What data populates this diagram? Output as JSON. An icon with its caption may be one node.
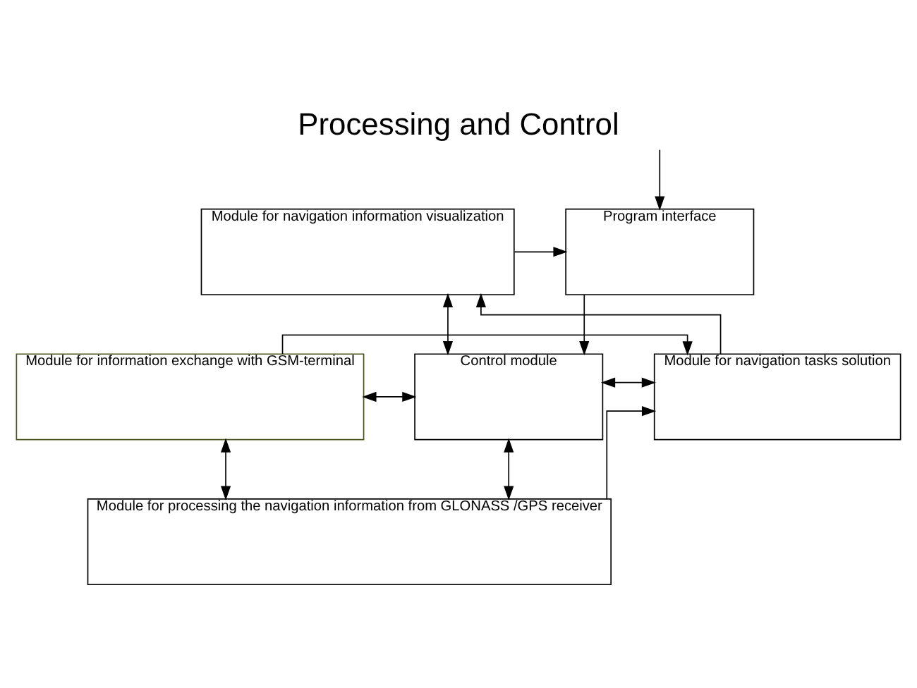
{
  "diagram": {
    "title": "Processing and Control",
    "nodes": [
      {
        "text": [
          "Program interface"
        ]
      },
      {
        "text": [
          "Module for navigation information visualization"
        ]
      },
      {
        "text": [
          "Module for information exchange with GSM-terminal"
        ]
      },
      {
        "text": [
          "Control module"
        ]
      },
      {
        "text": [
          "Module for navigation tasks solution"
        ]
      },
      {
        "text": [
          "Module for processing the navigation information from GLONASS /GPS receiver"
        ]
      }
    ],
    "edges": [
      {
        "from": null,
        "to": 0,
        "arrow": "to"
      },
      {
        "from": 1,
        "to": 0,
        "arrow": "to"
      },
      {
        "from": 0,
        "to": 3,
        "arrow": "to"
      },
      {
        "from": 1,
        "to": 3,
        "arrow": "both"
      },
      {
        "from": 4,
        "to": 1,
        "arrow": "to"
      },
      {
        "from": 2,
        "to": 3,
        "arrow": "both"
      },
      {
        "from": 3,
        "to": 4,
        "arrow": "both"
      },
      {
        "from": 2,
        "to": 4,
        "arrow": "to"
      },
      {
        "from": 3,
        "to": 5,
        "arrow": "both"
      },
      {
        "from": 2,
        "to": 5,
        "arrow": "both"
      },
      {
        "from": 5,
        "to": 4,
        "arrow": "to"
      }
    ]
  }
}
